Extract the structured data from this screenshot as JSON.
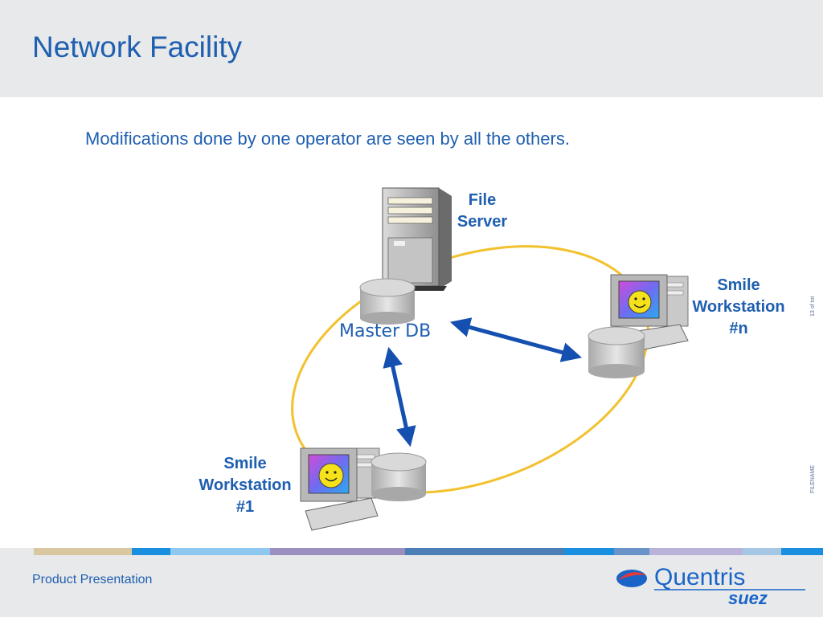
{
  "header": {
    "title": "Network Facility"
  },
  "main": {
    "subtitle": "Modifications done by one operator are seen by all the others.",
    "nodes": {
      "file_server": "File\nServer",
      "master_db": "Master DB",
      "workstation_n": "Smile\nWorkstation\n#n",
      "workstation_1": "Smile\nWorkstation\n#1"
    }
  },
  "footer": {
    "text": "Product Presentation",
    "page_counter": "13 of tot",
    "filename": "FILENAME",
    "logo_top": "Quentris",
    "logo_bottom": "suez",
    "stripe_colors": [
      "#d9c7a0",
      "#1a8fe0",
      "#8ec8f0",
      "#9b8fbf",
      "#4b7fb5",
      "#1a8fe0",
      "#6a94c9",
      "#b9b2d9",
      "#a6c6e6",
      "#1a8fe0"
    ]
  },
  "colors": {
    "accent": "#1f5fb0",
    "ring": "#f2c12e",
    "arrow": "#1550b0"
  }
}
